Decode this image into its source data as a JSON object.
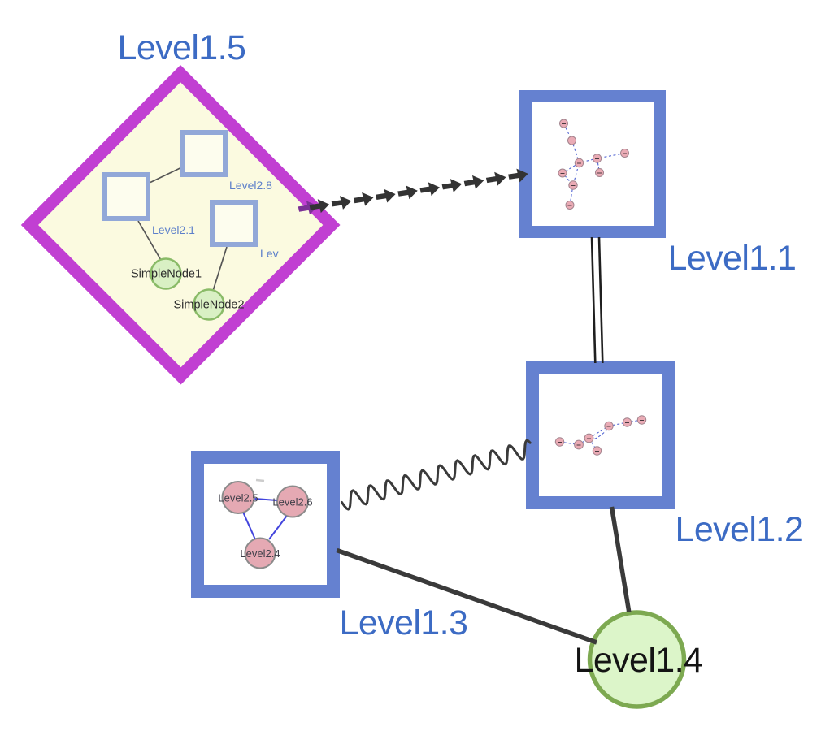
{
  "diagram": {
    "background": "#ffffff",
    "palette": {
      "label_blue": "#3c6bc4",
      "small_label_blue": "#5c7fca",
      "group_square_border_blue": "#6581d0",
      "group_square_fill": "#ffffff",
      "diamond_border_magenta": "#c13fd2",
      "diamond_fill_yellow": "#fbfae0",
      "inner_square_border": "#92a8d8",
      "inner_square_fill": "#fdfdee",
      "green_node_fill": "#d9f0c4",
      "green_node_border": "#8abb68",
      "big_green_node_fill": "#dcf5c9",
      "big_green_node_border": "#7da951",
      "pink_node_fill": "#e5a9b3",
      "pink_node_border": "#8b8b8b",
      "mini_node_fill": "#eaabb5",
      "mini_edge_blue": "#5063d2",
      "triangle_edge_blue": "#4244dd",
      "edge_dark": "#3a3a3a"
    },
    "nodes": {
      "level1_5": {
        "label": "Level1.5",
        "type": "group-diamond"
      },
      "level1_1": {
        "label": "Level1.1",
        "type": "group-square",
        "child_count": 9
      },
      "level1_2": {
        "label": "Level1.2",
        "type": "group-square",
        "child_count": 7
      },
      "level1_3": {
        "label": "Level1.3",
        "type": "group-square",
        "child_count": 3
      },
      "level1_4": {
        "label": "Level1.4",
        "type": "circle"
      },
      "level2_8": {
        "label": "Level2.8",
        "type": "square",
        "parent": "Level1.5"
      },
      "level2_1": {
        "label": "Level2.1",
        "type": "square",
        "parent": "Level1.5"
      },
      "level2_x": {
        "label": "Lev",
        "type": "square",
        "parent": "Level1.5"
      },
      "simple_node1": {
        "label": "SimpleNode1",
        "type": "circle",
        "parent": "Level1.5"
      },
      "simple_node2": {
        "label": "SimpleNode2",
        "type": "circle",
        "parent": "Level1.5"
      },
      "level2_5": {
        "label": "Level2.5",
        "type": "circle",
        "parent": "Level1.3"
      },
      "level2_6": {
        "label": "Level2.6",
        "type": "circle",
        "parent": "Level1.3"
      },
      "level2_4": {
        "label": "Level2.4",
        "type": "circle",
        "parent": "Level1.3"
      }
    },
    "edges": [
      {
        "from": "Level1.5",
        "to": "Level1.1",
        "style": "arrow-chain",
        "color": "#333333"
      },
      {
        "from": "Level1.1",
        "to": "Level1.2",
        "style": "double-line",
        "color": "#1f1f1f"
      },
      {
        "from": "Level1.3",
        "to": "Level1.2",
        "style": "wavy",
        "color": "#333333"
      },
      {
        "from": "Level1.2",
        "to": "Level1.4",
        "style": "solid-thick",
        "color": "#3a3a3a"
      },
      {
        "from": "Level1.3",
        "to": "Level1.4",
        "style": "solid-thick",
        "color": "#3a3a3a"
      },
      {
        "from": "Level2.1",
        "to": "Level2.8",
        "style": "solid-thin",
        "color": "#555555"
      },
      {
        "from": "Level2.1",
        "to": "SimpleNode1",
        "style": "solid-thin",
        "color": "#555555"
      },
      {
        "from": "Lev",
        "to": "SimpleNode2",
        "style": "solid-thin",
        "color": "#555555"
      },
      {
        "from": "Level2.5",
        "to": "Level2.6",
        "style": "solid-blue",
        "color": "#4244dd"
      },
      {
        "from": "Level2.5",
        "to": "Level2.4",
        "style": "solid-blue",
        "color": "#4244dd"
      },
      {
        "from": "Level2.6",
        "to": "Level2.4",
        "style": "solid-blue",
        "color": "#4244dd"
      }
    ]
  }
}
